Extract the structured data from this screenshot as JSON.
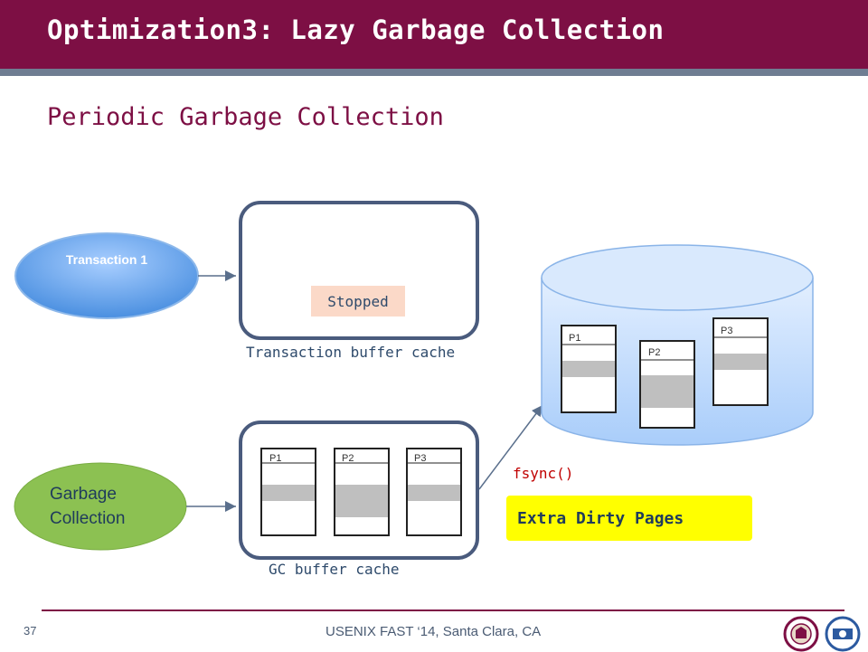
{
  "title": "Optimization3: Lazy Garbage Collection",
  "subtitle": "Periodic Garbage Collection",
  "transaction": {
    "label": "Transaction 1"
  },
  "transaction_cache": {
    "status": "Stopped",
    "label": "Transaction buffer cache"
  },
  "gc": {
    "label_line1": "Garbage",
    "label_line2": "Collection"
  },
  "gc_cache": {
    "label": "GC buffer cache",
    "pages": [
      {
        "label": "P1"
      },
      {
        "label": "P2"
      },
      {
        "label": "P3"
      }
    ]
  },
  "disk": {
    "pages": [
      {
        "label": "P1"
      },
      {
        "label": "P2"
      },
      {
        "label": "P3"
      }
    ]
  },
  "fsync": "fsync()",
  "extra_dirty": "Extra Dirty Pages",
  "footer": {
    "page_number": "37",
    "text": "USENIX FAST ‘14, Santa Clara, CA"
  },
  "colors": {
    "title_bar": "#7d0f44",
    "transaction_ellipse": "#6ea8e8",
    "gc_ellipse": "#8cc152",
    "disk": "#b9d7fb",
    "highlight": "#ffff00",
    "fsync": "#c00000"
  }
}
